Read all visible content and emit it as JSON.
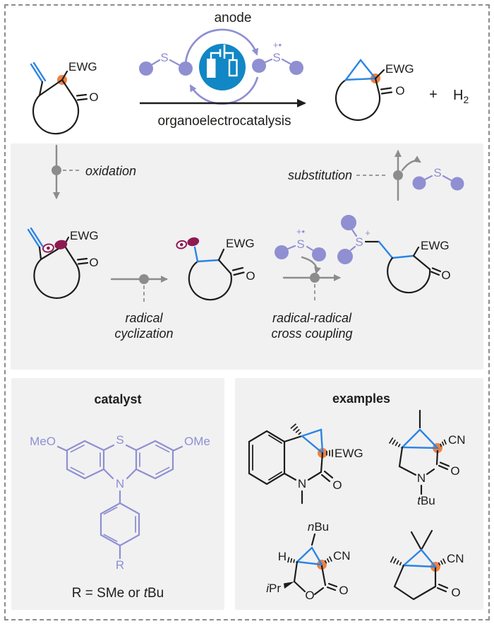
{
  "figure": {
    "kind": "reaction-scheme",
    "topic": "electrochemical cyclopropanation via organoelectrocatalysis"
  },
  "colors": {
    "ink": "#1d1d1b",
    "purple": "#8f8fd2",
    "bond_blue": "#2b84e4",
    "cell_blue": "#1187c5",
    "orange": "#f08142",
    "maroon": "#8e1a52",
    "gray": "#8c8c8c",
    "panel_bg": "#f1f1f2"
  },
  "top": {
    "anode": "anode",
    "arrow_label": "organoelectrocatalysis",
    "plus": "+",
    "hydrogen": {
      "symbol": "H",
      "sub": "2"
    }
  },
  "charges": {
    "radical_cation": "+•",
    "cation": "+"
  },
  "atoms": {
    "ewg": "EWG",
    "o": "O",
    "s": "S",
    "n": "N",
    "cn": "CN",
    "h": "H",
    "r": "R",
    "meo": "MeO",
    "ome": "OMe"
  },
  "mechanism": {
    "oxidation": "oxidation",
    "cyclization_1": "radical",
    "cyclization_2": "cyclization",
    "coupling_1": "radical-radical",
    "coupling_2": "cross coupling",
    "substitution": "substitution"
  },
  "catalyst": {
    "title": "catalyst",
    "r_definition_prefix": "R = SMe or ",
    "r_definition_italic": "t",
    "r_definition_suffix": "Bu"
  },
  "examples": {
    "title": "examples",
    "nbu_italic": "n",
    "nbu_rest": "Bu",
    "tbu_italic": "t",
    "tbu_rest": "Bu",
    "ipr_italic": "i",
    "ipr_rest": "Pr"
  }
}
